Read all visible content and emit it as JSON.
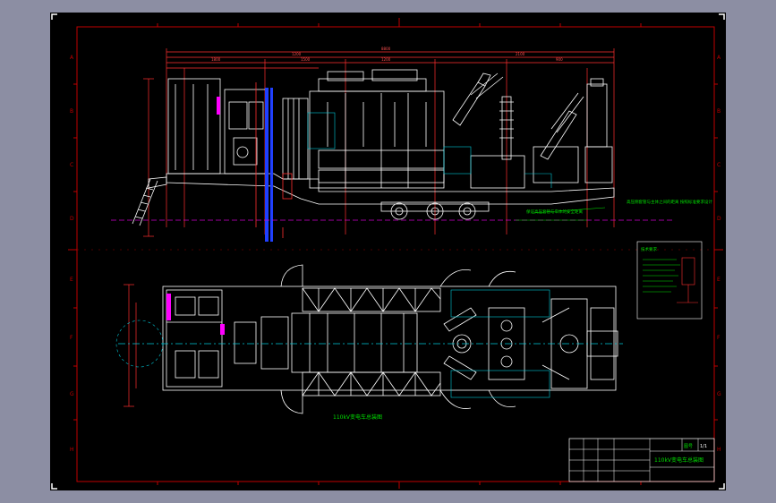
{
  "drawing": {
    "title_cn": "110kV变电车总装图",
    "title_small": "110kV变电车总装图",
    "sheet_code": "1/1",
    "sheet_mark": "图号",
    "rows_left": [
      "A",
      "B",
      "C",
      "D",
      "E",
      "F",
      "G",
      "H"
    ],
    "rows_right": [
      "A",
      "B",
      "C",
      "D",
      "E",
      "F",
      "G",
      "H"
    ],
    "note_1": "高压侧套管与主体之间的距离 按照标准要求设计",
    "note_2": "保证高压套管与车体的安全距离",
    "legend_title": "技术要求",
    "dims_top": [
      "8800",
      "1200",
      "2100",
      "1800",
      "1500",
      "1200",
      "900"
    ],
    "bottom_label": "110kV变电车总装图"
  },
  "colors": {
    "background": "#000000",
    "frame": "#c00000",
    "outline": "#ffffff",
    "dim": "#ff3030",
    "center": "#d000d0",
    "blue": "#2040ff",
    "cyan": "#00c8d8",
    "green": "#00e000",
    "magenta": "#ff00ff"
  }
}
